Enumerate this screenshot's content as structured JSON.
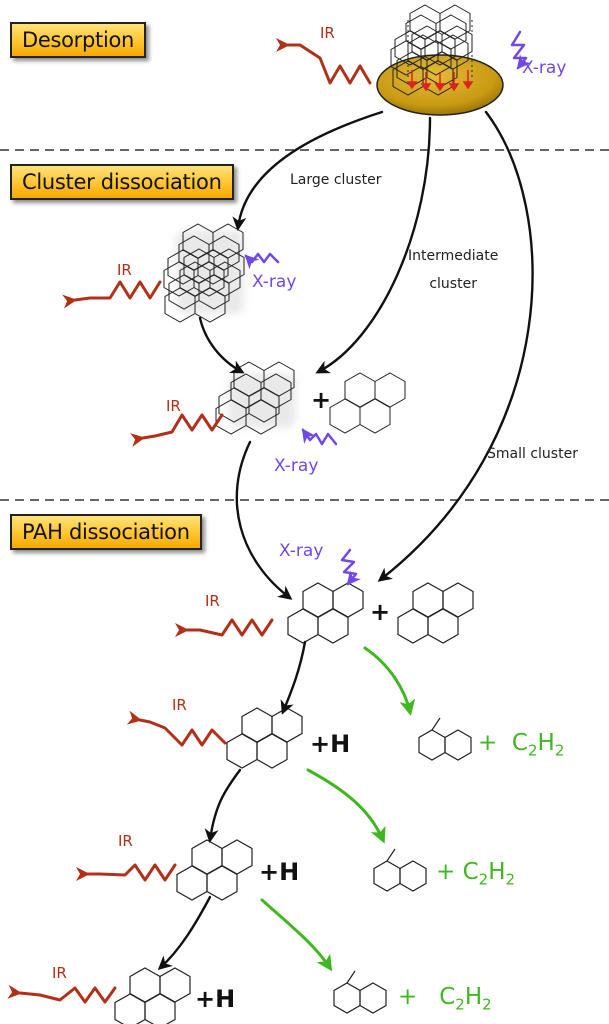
{
  "stages": {
    "desorption": "Desorption",
    "cluster_dissociation": "Cluster dissociation",
    "pah_dissociation": "PAH dissociation"
  },
  "paths": {
    "large_cluster": "Large cluster",
    "intermediate_cluster_line1": "Intermediate",
    "intermediate_cluster_line2": "cluster",
    "small_cluster": "Small cluster"
  },
  "labels": {
    "ir": "IR",
    "xray": "X-ray",
    "plus": "+",
    "hydrogen": "H",
    "c2": "C",
    "c2_sub": "2",
    "h2": "H",
    "h2_sub": "2"
  },
  "colors": {
    "ir": "#b23017",
    "xray": "#7048e8",
    "fragmentation_arrow": "#3fb820",
    "path_arrow": "#111111",
    "stage_label_fill": "#ffc52e",
    "surface": "#c99a12"
  }
}
